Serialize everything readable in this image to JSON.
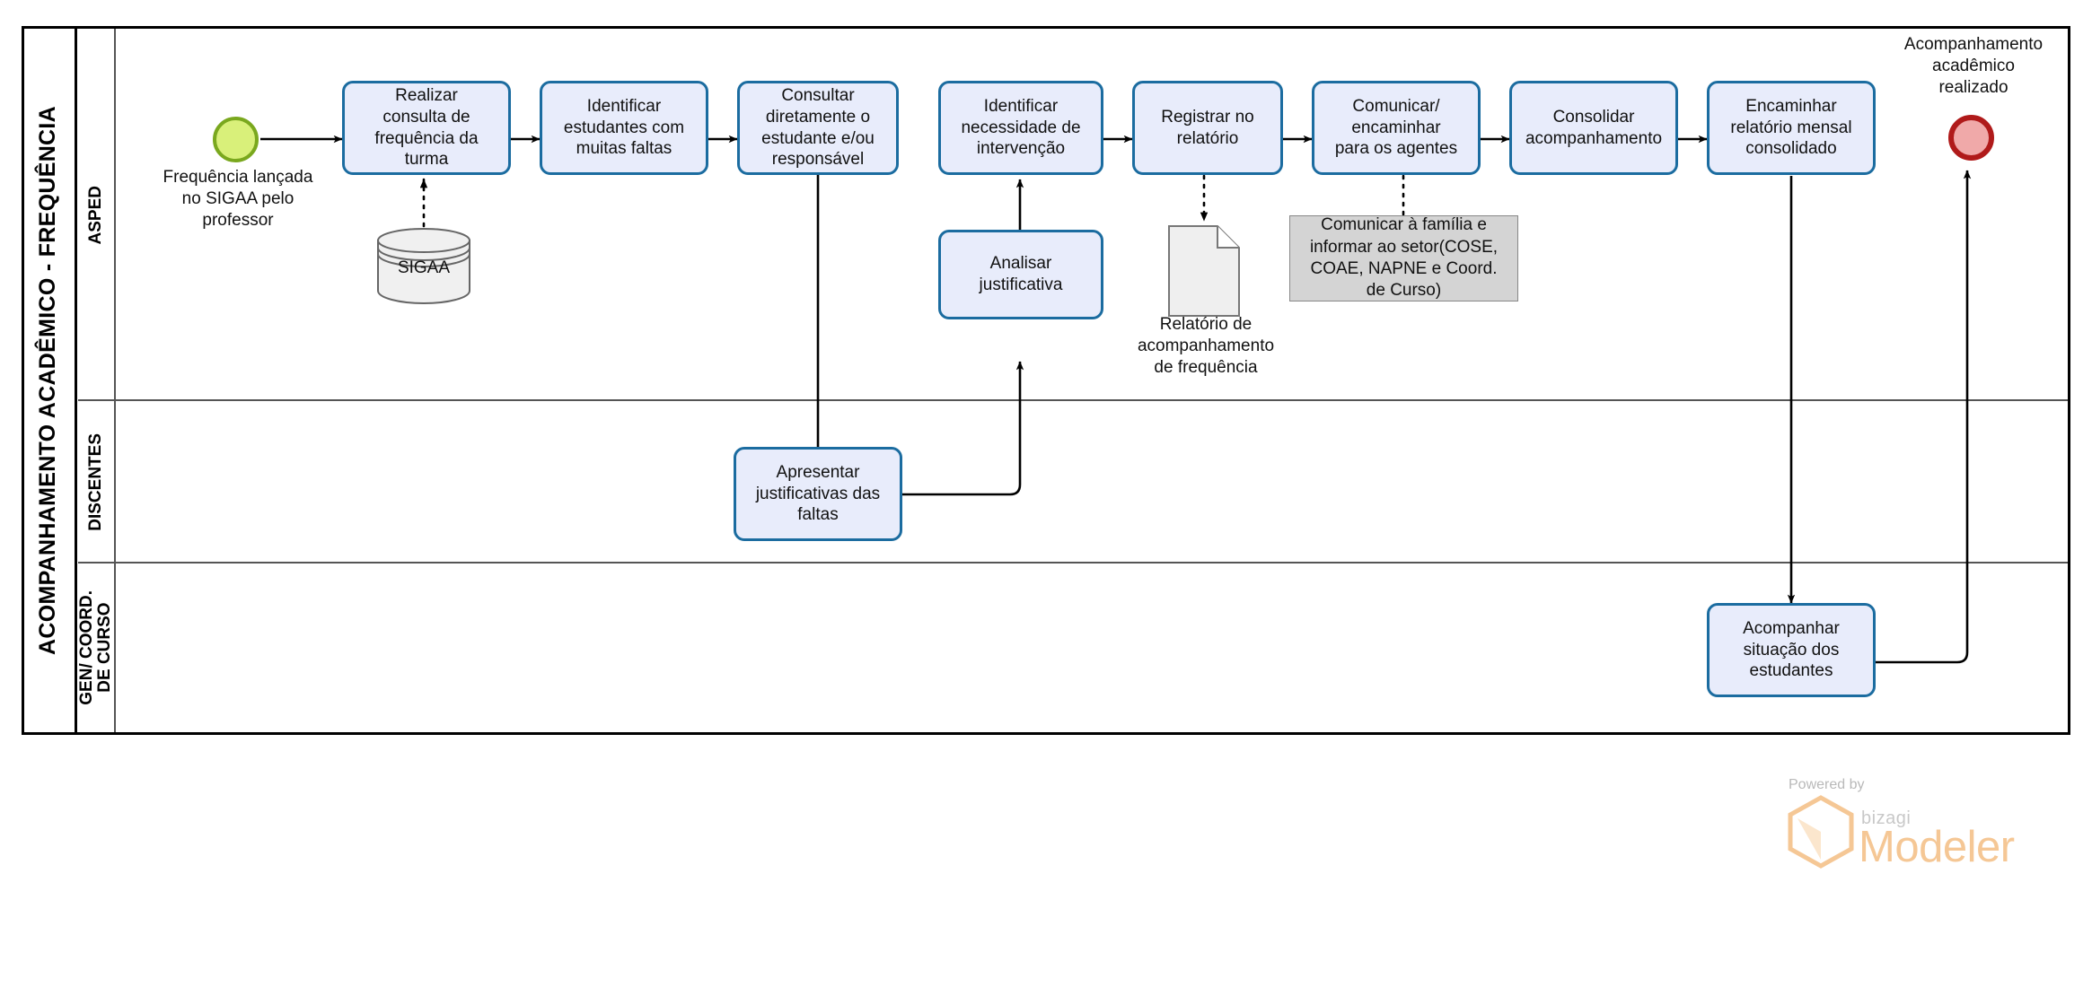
{
  "pool": {
    "title": "ACOMPANHAMENTO ACADÊMICO - FREQUÊNCIA",
    "lanes": [
      {
        "id": "aspa",
        "label": "ASPED"
      },
      {
        "id": "discentes",
        "label": "DISCENTES"
      },
      {
        "id": "gen",
        "label": "GEN/ COORD.\nDE CURSO"
      }
    ]
  },
  "events": {
    "start": {
      "label": "Frequência lançada\nno SIGAA pelo\nprofessor",
      "type": "start-event",
      "fill": "#d9f07a",
      "stroke": "#7aa81e"
    },
    "end": {
      "label": "Acompanhamento\nacadêmico\nrealizado",
      "type": "end-event",
      "fill": "#f0a9a9",
      "stroke": "#b01a1a"
    }
  },
  "tasks": [
    {
      "id": "t1",
      "lane": "aspa",
      "label": "Realizar\nconsulta de\nfrequência da\nturma"
    },
    {
      "id": "t2",
      "lane": "aspa",
      "label": "Identificar\nestudantes com\nmuitas faltas"
    },
    {
      "id": "t3",
      "lane": "aspa",
      "label": "Consultar\ndiretamente o\nestudante e/ou\nresponsável"
    },
    {
      "id": "t4",
      "lane": "aspa",
      "label": "Identificar\nnecessidade de\nintervenção"
    },
    {
      "id": "t5",
      "lane": "aspa",
      "label": "Registrar no\nrelatório"
    },
    {
      "id": "t6",
      "lane": "aspa",
      "label": "Comunicar/\nencaminhar\npara os agentes"
    },
    {
      "id": "t7",
      "lane": "aspa",
      "label": "Consolidar\nacompanhamento"
    },
    {
      "id": "t8",
      "lane": "aspa",
      "label": "Encaminhar\nrelatório mensal\nconsolidado"
    },
    {
      "id": "t9",
      "lane": "aspa",
      "label": "Analisar\njustificativa"
    },
    {
      "id": "t10",
      "lane": "discentes",
      "label": "Apresentar\njustificativas das\nfaltas"
    },
    {
      "id": "t11",
      "lane": "gen",
      "label": "Acompanhar\nsituação dos\nestudantes"
    }
  ],
  "artifacts": {
    "datastore": {
      "label": "SIGAA",
      "icon": "database-icon"
    },
    "dataobject": {
      "label": "Relatório de\nacompanhamento\nde frequência",
      "icon": "document-icon"
    },
    "annotation": {
      "label": "Comunicar à família e\ninformar ao setor(COSE,\nCOAE, NAPNE e Coord.\nde Curso)",
      "fill": "#d4d4d4"
    }
  },
  "branding": {
    "powered_by": "Powered by",
    "bizagi": "bizagi",
    "modeler": "Modeler",
    "accent": "#f5c795"
  },
  "colors": {
    "task_fill": "#e8ecfb",
    "task_stroke": "#1b6ca0",
    "lane_stroke": "#555555",
    "pool_stroke": "#000000"
  }
}
